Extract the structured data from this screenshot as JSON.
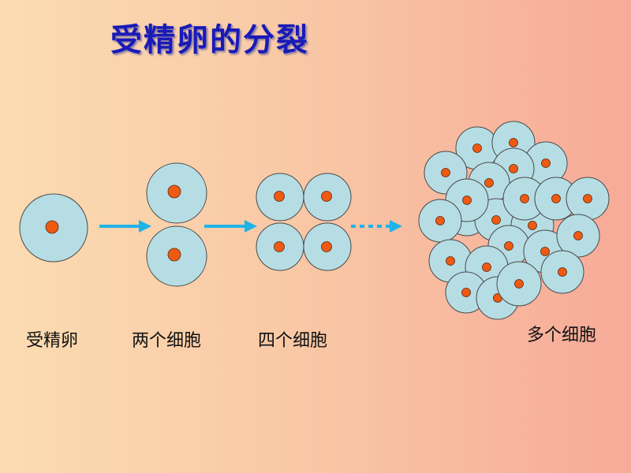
{
  "title": "受精卵的分裂",
  "stages": [
    {
      "label": "受精卵"
    },
    {
      "label": "两个细胞"
    },
    {
      "label": "四个细胞"
    },
    {
      "label": "多个细胞"
    }
  ],
  "colors": {
    "cell_fill": "#b6dde4",
    "nucleus": "#ef5a12",
    "arrow": "#1fb3e8",
    "title": "#1a1ab8"
  },
  "icons": [
    "arrow-right-icon",
    "dotted-arrow-right-icon"
  ]
}
